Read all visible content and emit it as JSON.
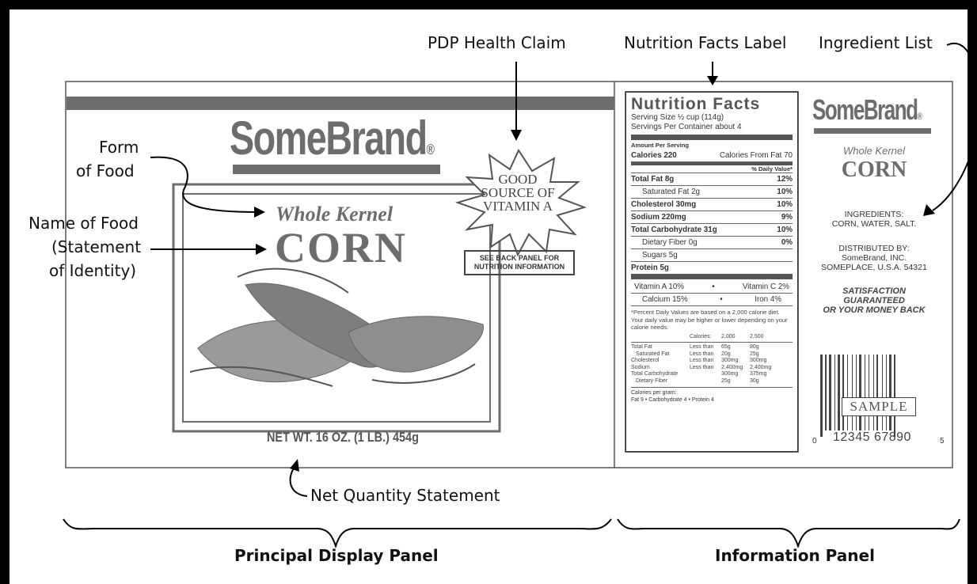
{
  "callouts": {
    "pdp_health_claim": "PDP Health Claim",
    "nutrition_facts_label": "Nutrition Facts Label",
    "ingredient_list": "Ingredient List",
    "form_of_food_line1": "Form",
    "form_of_food_line2": "of Food",
    "name_of_food_line1": "Name of Food",
    "name_of_food_line2": "(Statement",
    "name_of_food_line3": "of Identity)",
    "net_quantity_statement": "Net Quantity Statement"
  },
  "panels": {
    "principal_display_panel": "Principal Display Panel",
    "information_panel": "Information Panel"
  },
  "pdp": {
    "brand": "SomeBrand",
    "registered": "®",
    "food_form": "Whole Kernel",
    "food_name": "CORN",
    "health_claim_line1": "GOOD",
    "health_claim_line2": "SOURCE OF",
    "health_claim_line3": "VITAMIN A",
    "see_back_line1": "SEE BACK PANEL FOR",
    "see_back_line2": "NUTRITION INFORMATION",
    "net_wt": "NET WT. 16 OZ. (1 LB.) 454g"
  },
  "nutrition": {
    "title": "Nutrition Facts",
    "serving_size": "Serving Size ½ cup (114g)",
    "servings_per_container": "Servings Per Container about 4",
    "amount_per_serving": "Amount Per Serving",
    "calories": "Calories 220",
    "calories_from_fat": "Calories From Fat 70",
    "daily_value_header": "% Daily Value*",
    "rows": [
      {
        "label": "Total Fat 8g",
        "value": "12%"
      },
      {
        "label": "Saturated Fat 2g",
        "value": "10%"
      },
      {
        "label": "Cholesterol 30mg",
        "value": "10%"
      },
      {
        "label": "Sodium 220mg",
        "value": "9%"
      },
      {
        "label": "Total Carbohydrate 31g",
        "value": "10%"
      },
      {
        "label": "Dietary Fiber 0g",
        "value": "0%"
      },
      {
        "label": "Sugars 5g",
        "value": ""
      },
      {
        "label": "Protein 5g",
        "value": ""
      }
    ],
    "vit_a": "Vitamin A 10%",
    "vit_c": "Vitamin C 2%",
    "calcium": "Calcium 15%",
    "iron": "Iron 4%",
    "bullet": "•",
    "footnote": "*Percent Daily Values are based on a 2,000 calorie diet. Your daily value may be higher or lower depending on your calorie needs.",
    "footnote_table": {
      "header": [
        "",
        "Calories:",
        "2,000",
        "2,500"
      ],
      "rows": [
        [
          "Total Fat",
          "Less than",
          "65g",
          "80g"
        ],
        [
          "Saturated Fat",
          "Less than",
          "20g",
          "25g"
        ],
        [
          "Cholesterol",
          "Less than",
          "300mg",
          "300mg"
        ],
        [
          "Sodium",
          "Less than",
          "2,400mg",
          "2,400mg"
        ],
        [
          "Total Carbohydrate",
          "",
          "300mg",
          "375mg"
        ],
        [
          "Dietary Fiber",
          "",
          "25g",
          "30g"
        ]
      ]
    },
    "calories_per_gram": "Calories per gram:",
    "calories_per_gram_values": "Fat 9 • Carbohydrate 4 • Protein 4"
  },
  "info": {
    "brand": "SomeBrand",
    "registered": "®",
    "food_form": "Whole Kernel",
    "food_name": "CORN",
    "ingredients_title": "INGREDIENTS:",
    "ingredients": "CORN, WATER, SALT.",
    "distributed_by": "DISTRIBUTED BY:",
    "company": "SomeBrand, INC.",
    "address": "SOMEPLACE, U.S.A. 54321",
    "guarantee_line1": "SATISFACTION",
    "guarantee_line2": "GUARANTEED",
    "guarantee_line3": "OR YOUR MONEY BACK",
    "barcode_sample": "SAMPLE",
    "barcode_left": "0",
    "barcode_number": "12345 67890",
    "barcode_right": "5"
  },
  "colors": {
    "label_gray": "#6d6d6d",
    "ink": "#111111"
  }
}
